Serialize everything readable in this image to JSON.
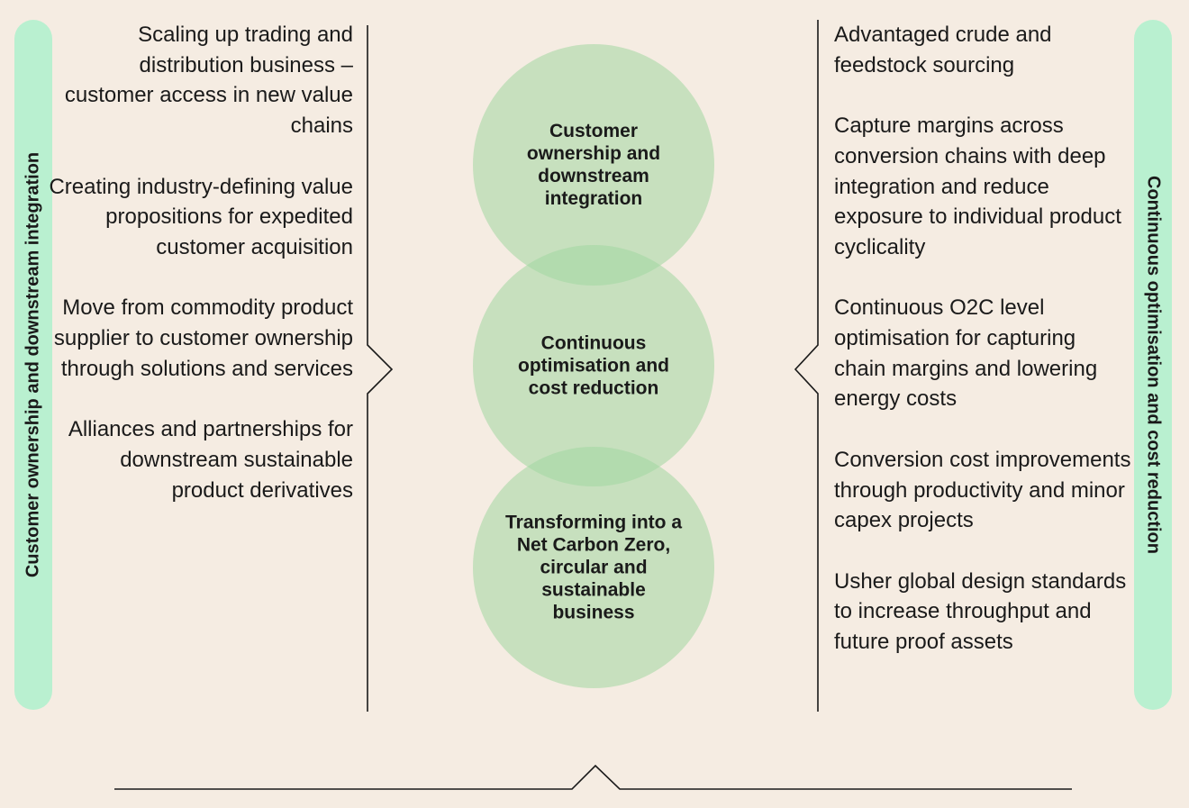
{
  "left_pill": {
    "label": "Customer ownership and downstream integration"
  },
  "right_pill": {
    "label": "Continuous optimisation and cost reduction"
  },
  "left_items": [
    "Scaling up trading and distribution business – customer access in new value chains",
    "Creating industry-defining value propositions for expedited customer acquisition",
    "Move from commodity product supplier to customer ownership through solutions and services",
    "Alliances and partnerships for downstream sustainable product derivatives"
  ],
  "right_items": [
    "Advantaged crude and feedstock sourcing",
    "Capture margins across conversion chains with deep integration and reduce exposure to individual product cyclicality",
    "Continuous O2C level optimisation for capturing chain margins and lowering energy costs",
    "Conversion cost improvements through productivity and minor capex projects",
    "Usher global design standards to increase throughput and future proof assets"
  ],
  "circles": [
    "Customer ownership and downstream integration",
    "Continuous optimisation and cost reduction",
    "Transforming into a Net Carbon Zero, circular and sustainable business"
  ],
  "colors": {
    "background": "#f5ece2",
    "pill": "#b9f0d0",
    "circle": "#a0d7a0",
    "line": "#1a1a1a"
  }
}
